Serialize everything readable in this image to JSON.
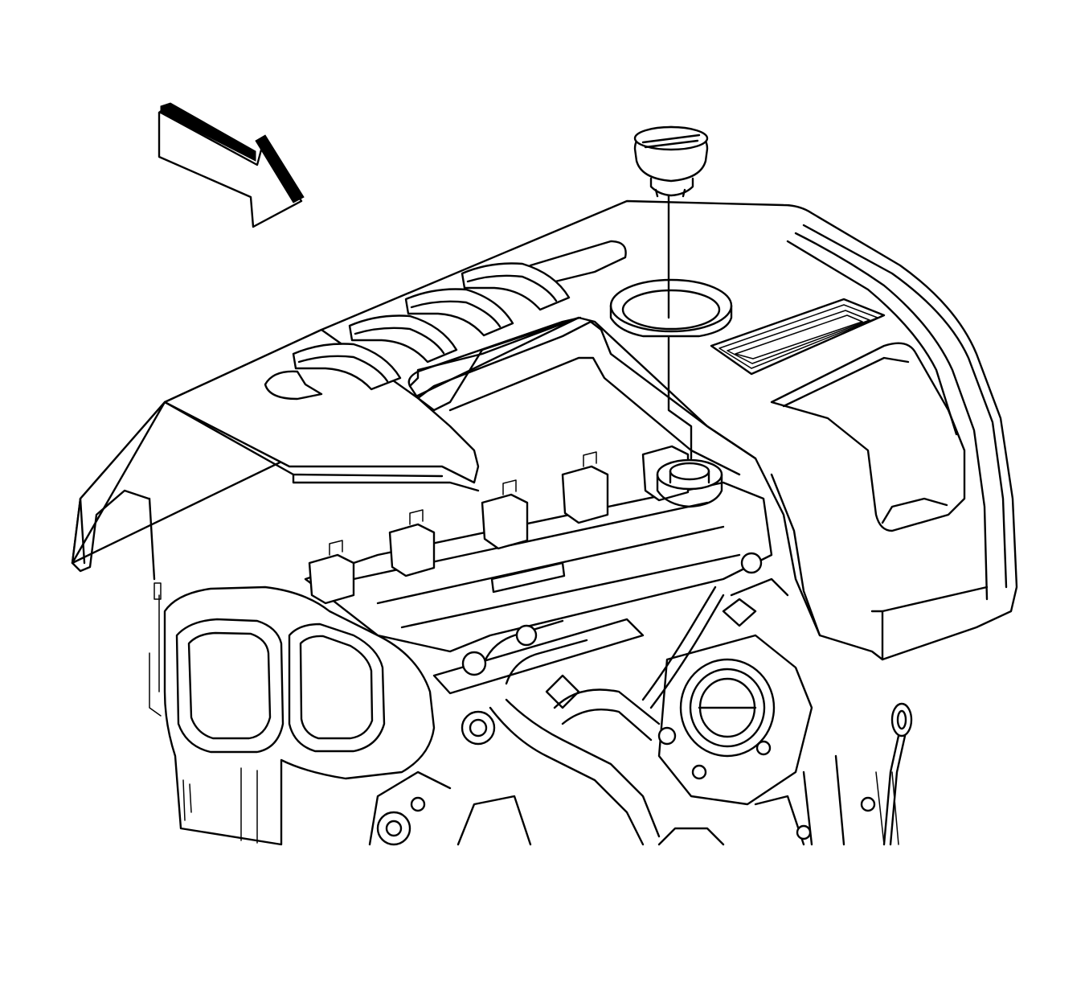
{
  "figure": {
    "background": "#ffffff",
    "line_color": "#000000",
    "parts": [
      "engine-cover",
      "oil-fill-cap",
      "oil-fill-tube-seal",
      "view-direction-arrow",
      "engine-assembly",
      "oil-level-dipstick"
    ]
  }
}
